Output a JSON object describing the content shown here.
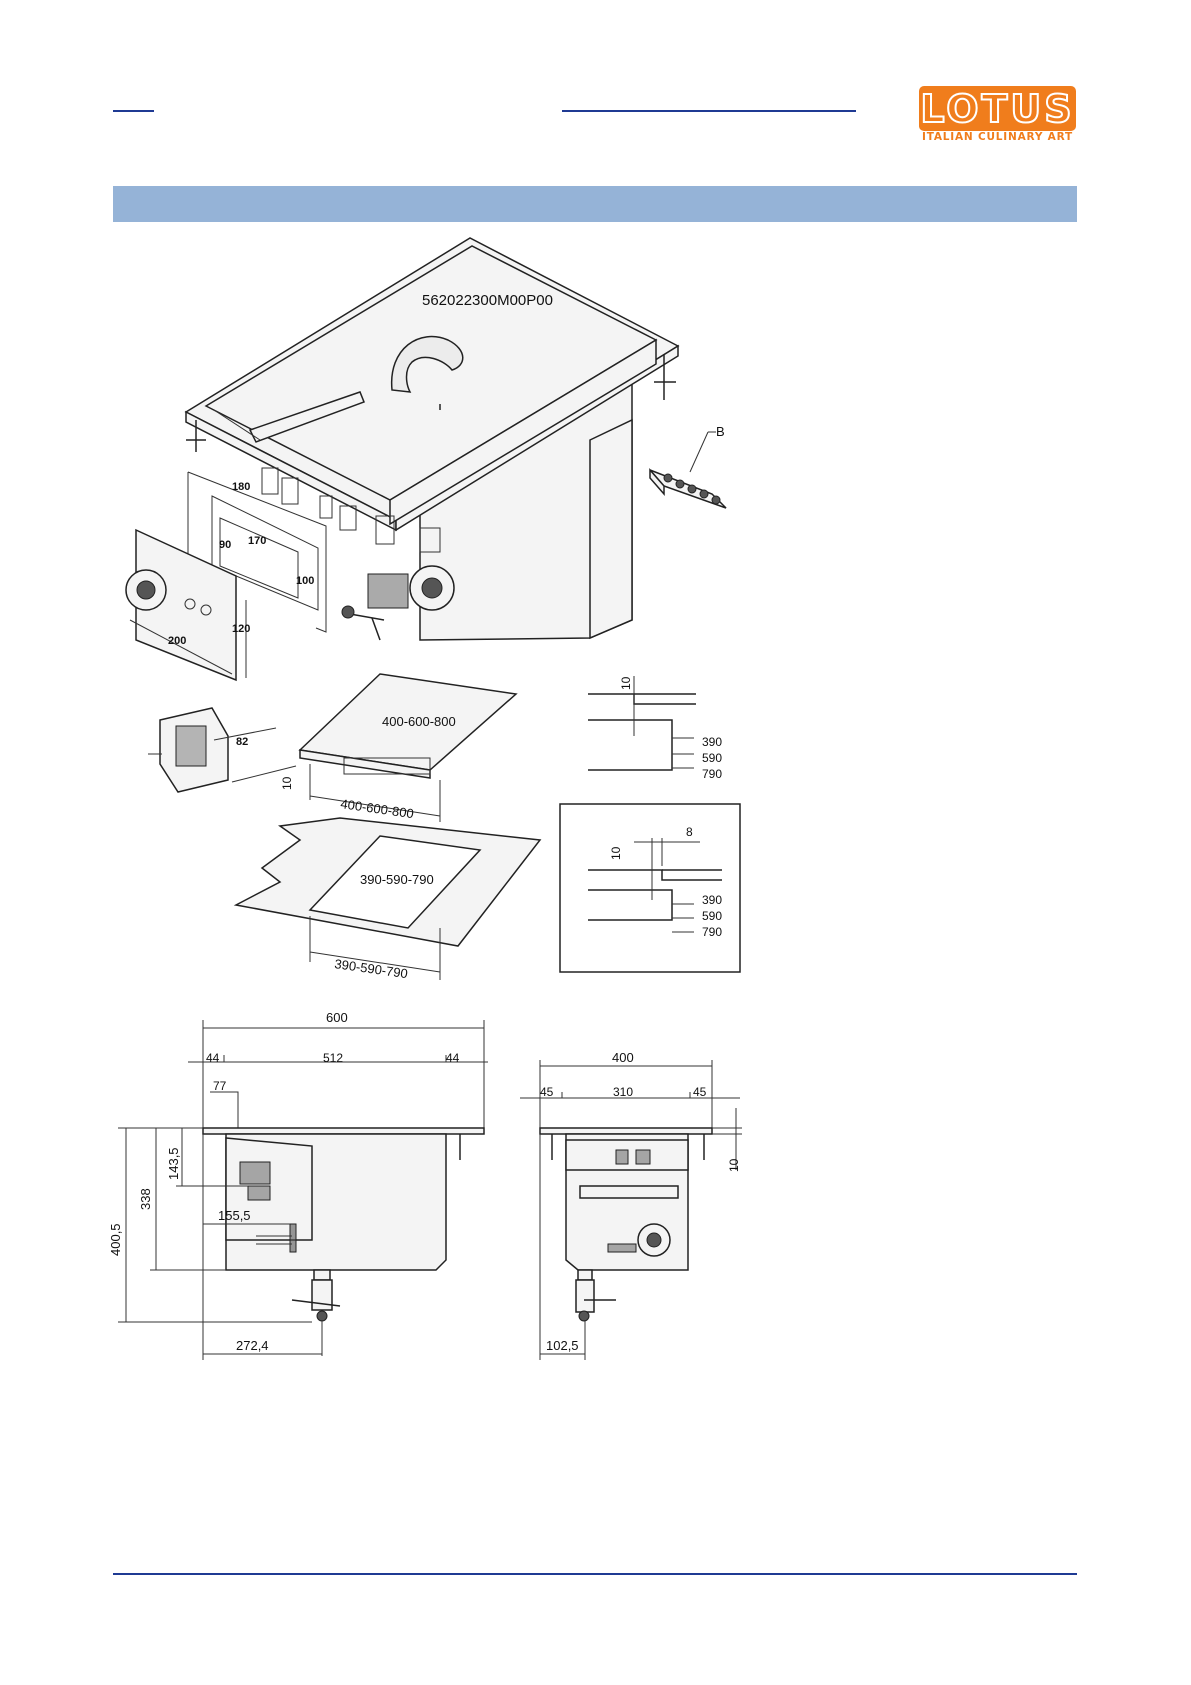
{
  "brand": {
    "logo_text": "LOTUS",
    "tagline": "ITALIAN CULINARY ART",
    "color": "#f07d1c"
  },
  "colors": {
    "section_band": "#95b3d7",
    "header_links": "#1f3a93"
  },
  "drawing": {
    "part_code": "562022300M00P00",
    "callout": "B",
    "panel_dims": [
      "180",
      "170",
      "90",
      "100",
      "120",
      "200",
      "82"
    ],
    "plate": {
      "height": "10",
      "width_top": "400-600-800",
      "width_bottom": "400-600-800"
    },
    "cutout": {
      "depth": "390-590-790",
      "width": "390-590-790"
    },
    "detail_flush": {
      "thickness": "10",
      "sizes": [
        "390",
        "590",
        "790"
      ]
    },
    "detail_overlap": {
      "thickness": "10",
      "overlap": "8",
      "sizes": [
        "390",
        "590",
        "790"
      ]
    },
    "front_view": {
      "overall_width": "600",
      "flange_left": "44",
      "inner_width": "512",
      "flange_right": "44",
      "offset_top": "77",
      "height_panel": "143,5",
      "height_body": "338",
      "total_height": "400,5",
      "tap_inset": "155,5",
      "drain_offset": "272,4"
    },
    "side_view": {
      "overall_width": "400",
      "flange_left": "45",
      "inner_width": "310",
      "flange_right": "45",
      "rim_height": "10",
      "drain_offset": "102,5"
    }
  }
}
